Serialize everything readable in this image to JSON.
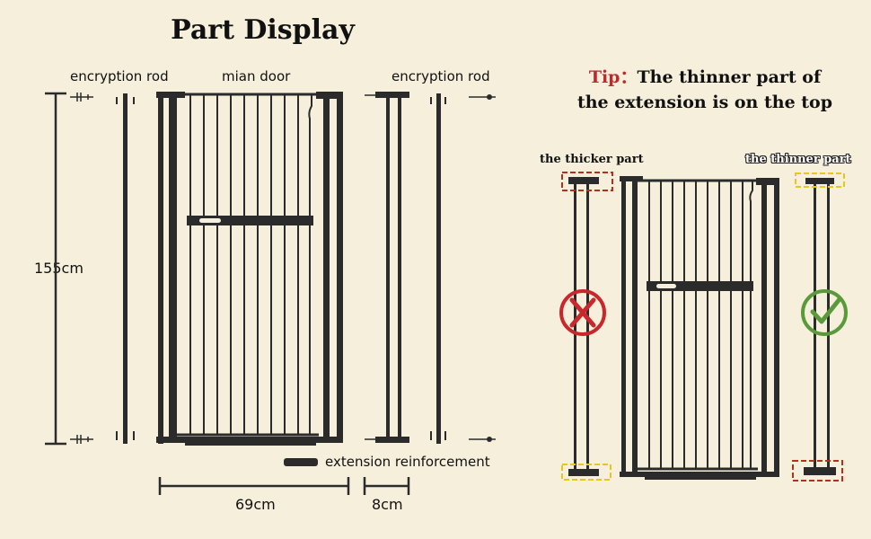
{
  "title": "Part Display",
  "left_panel": {
    "labels": {
      "encryption_rod_left": "encryption rod",
      "main_door": "mian door",
      "encryption_rod_right": "encryption rod",
      "height": "155cm",
      "door_width": "69cm",
      "extension_width": "8cm",
      "extension_reinforcement": "extension reinforcement"
    }
  },
  "right_panel": {
    "tip_label": "Tip",
    "tip_separator": "：",
    "tip_text_line1": "The thinner part of",
    "tip_text_line2": "the extension is on the top",
    "thicker_part_label": "the thicker part",
    "thinner_part_label": "the thinner part",
    "wrong_icon": "x-circle-icon",
    "right_icon": "check-circle-icon"
  },
  "colors": {
    "background": "#f5efdc",
    "frame": "#2b2b2b",
    "wrong": "#c8282c",
    "right": "#5a9a3a",
    "highlight_red": "#b5301a",
    "highlight_yellow": "#e8c61a",
    "tip_accent": "#c0282c"
  }
}
